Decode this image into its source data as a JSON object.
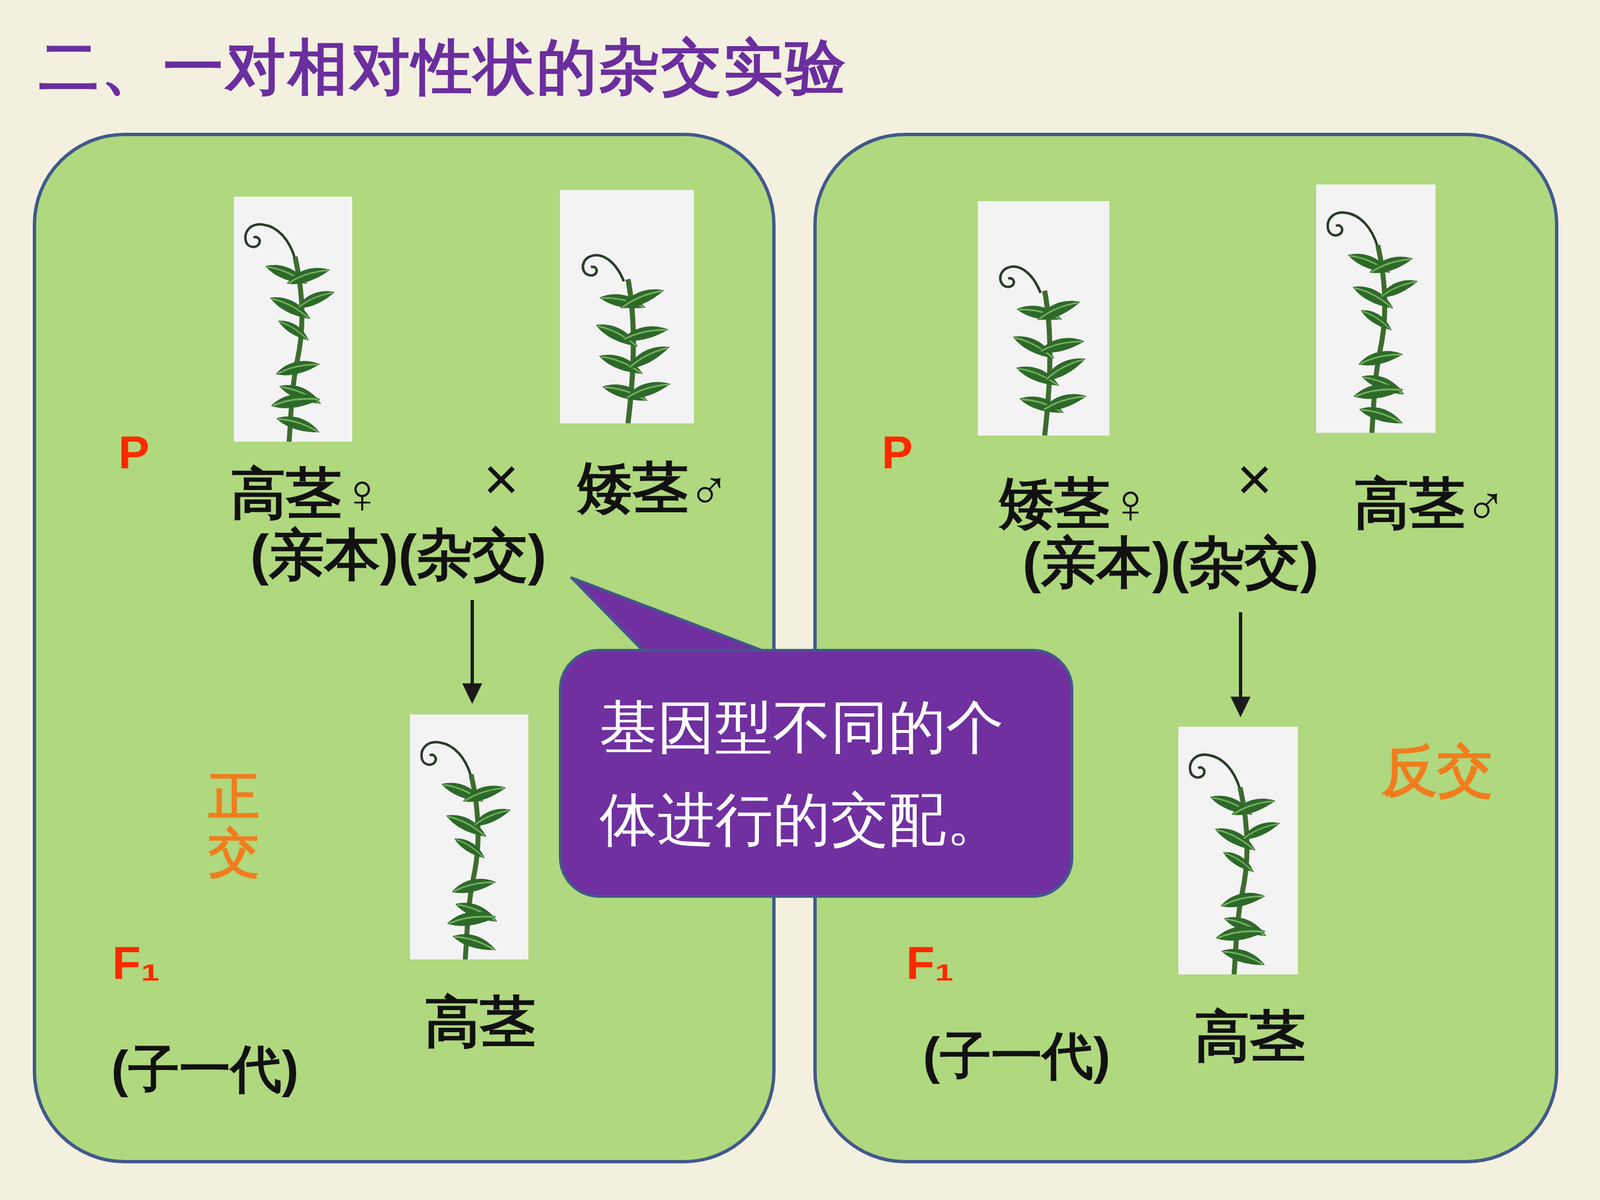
{
  "diagram": {
    "title": "二、一对相对性状的杂交实验",
    "nodes": [
      {
        "text": [
          "P",
          "高茎♀",
          "×",
          "矮茎♂",
          "(亲本)(杂交)",
          "正交",
          "F₁",
          "(子一代)",
          "高茎"
        ]
      },
      {
        "text": [
          "P",
          "矮茎♀",
          "×",
          "高茎♂",
          "(亲本)(杂交)",
          "反交",
          "F₁",
          "(子一代)",
          "高茎"
        ]
      },
      {
        "text": [
          "基因型不同的个体进行的交配。"
        ]
      }
    ]
  }
}
